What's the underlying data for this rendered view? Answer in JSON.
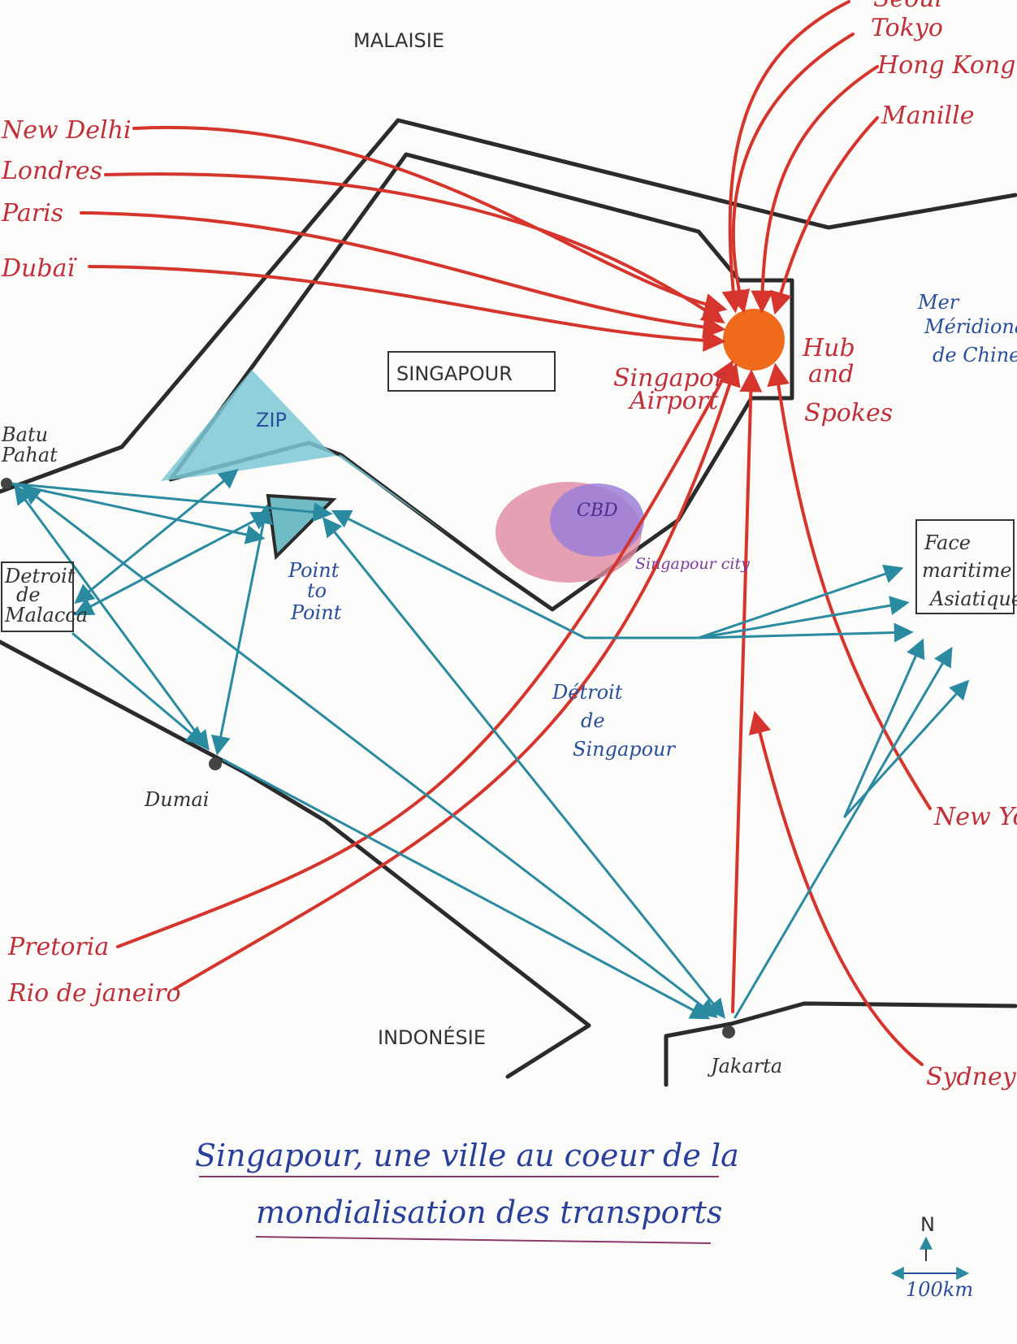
{
  "countries": {
    "north": "MALAISIE",
    "south": "INDONÉSIE",
    "city_state": "SINGAPOUR"
  },
  "origins_west": [
    "New Delhi",
    "Londres",
    "Paris",
    "Dubaï"
  ],
  "origins_northeast": [
    "Séoul",
    "Tokyo",
    "Hong Kong",
    "Manille"
  ],
  "origins_southwest": [
    "Pretoria",
    "Rio de janeiro"
  ],
  "origins_east": [
    "New York",
    "Sydney"
  ],
  "airport": {
    "line1": "Singapor",
    "line2": "Airport"
  },
  "hub": {
    "line1": "Hub",
    "line2": "and",
    "line3": "Spokes"
  },
  "zip": "ZIP",
  "cbd": "CBD",
  "singapour_city": "Singapour city",
  "point_to_point": {
    "line1": "Point",
    "line2": "to",
    "line3": "Point"
  },
  "ports": {
    "batu_pahat": {
      "line1": "Batu",
      "line2": "Pahat"
    },
    "malacca": {
      "line1": "Detroit",
      "line2": "de",
      "line3": "Malacca"
    },
    "dumai": "Dumai",
    "jakarta": "Jakarta"
  },
  "straits": {
    "line1": "Détroit",
    "line2": "de",
    "line3": "Singapour"
  },
  "mer": {
    "line1": "Mer",
    "line2": "Méridionale",
    "line3": "de Chine"
  },
  "facade": {
    "line1": "Face",
    "line2": "maritime",
    "line3": "Asiatique"
  },
  "title": {
    "line1": "Singapour, une ville au coeur de la",
    "line2": "mondialisation des transports"
  },
  "north_arrow": "N",
  "scale": "100km",
  "colors": {
    "air_routes": "#d5352c",
    "sea_routes": "#2a8aa0",
    "coast": "#2b2b2b",
    "zip_fill": "#7cc8d6",
    "city_fill": "#e08aa0",
    "cbd_fill": "#9b7fd8",
    "hub_fill": "#f06a1c"
  }
}
